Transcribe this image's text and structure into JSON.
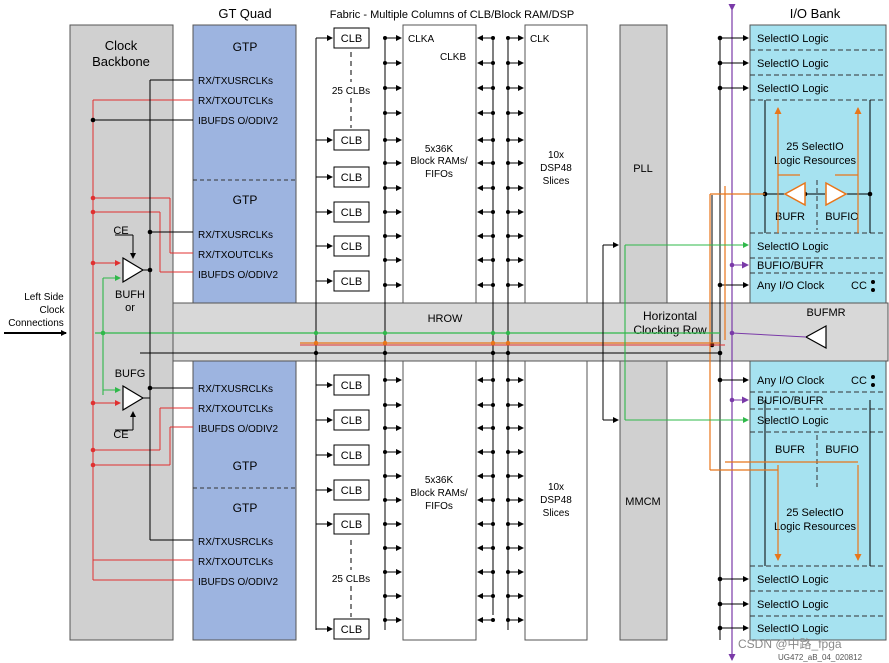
{
  "headers": {
    "gt_quad": "GT Quad",
    "fabric": "Fabric - Multiple Columns of CLB/Block RAM/DSP",
    "io_bank": "I/O Bank"
  },
  "clock_backbone": {
    "line1": "Clock",
    "line2": "Backbone"
  },
  "left_side": {
    "line1": "Left Side",
    "line2": "Clock",
    "line3": "Connections"
  },
  "buffers": {
    "ce_top": "CE",
    "bufh": "BUFH",
    "or": "or",
    "bufg": "BUFG",
    "ce_bottom": "CE"
  },
  "gtp_blocks": [
    {
      "title": "GTP",
      "ports": [
        "RX/TXUSRCLKs",
        "RX/TXOUTCLKs",
        "IBUFDS O/ODIV2"
      ]
    },
    {
      "title": "GTP",
      "ports": [
        "RX/TXUSRCLKs",
        "RX/TXOUTCLKs",
        "IBUFDS O/ODIV2"
      ]
    },
    {
      "title": "GTP",
      "ports": [
        "RX/TXUSRCLKs",
        "RX/TXOUTCLKs",
        "IBUFDS O/ODIV2"
      ]
    },
    {
      "title": "GTP",
      "ports": [
        "RX/TXUSRCLKs",
        "RX/TXOUTCLKs",
        "IBUFDS O/ODIV2"
      ]
    }
  ],
  "clb_label": "CLB",
  "clb_count": "25 CLBs",
  "bram": {
    "clka": "CLKA",
    "clkb": "CLKB",
    "line1": "5x36K",
    "line2": "Block RAMs/",
    "line3": "FIFOs"
  },
  "dsp": {
    "clk": "CLK",
    "line1": "10x",
    "line2": "DSP48",
    "line3": "Slices"
  },
  "pll": "PLL",
  "mmcm": "MMCM",
  "hrow": "HROW",
  "horizontal_row": {
    "line1": "Horizontal",
    "line2": "Clocking Row"
  },
  "bufmr": "BUFMR",
  "io_top": {
    "selectio": [
      "SelectIO Logic",
      "SelectIO Logic",
      "SelectIO Logic"
    ],
    "resources": {
      "line1": "25 SelectIO",
      "line2": "Logic Resources"
    },
    "bufr": "BUFR",
    "bufio": "BUFIO",
    "selectio_mid": "SelectIO Logic",
    "bufio_bufr": "BUFIO/BUFR",
    "any_io": "Any I/O Clock",
    "cc": "CC"
  },
  "io_bottom": {
    "any_io": "Any I/O Clock",
    "cc": "CC",
    "bufio_bufr": "BUFIO/BUFR",
    "selectio_mid": "SelectIO Logic",
    "bufr": "BUFR",
    "bufio": "BUFIO",
    "resources": {
      "line1": "25 SelectIO",
      "line2": "Logic Resources"
    },
    "selectio": [
      "SelectIO Logic",
      "SelectIO Logic",
      "SelectIO Logic"
    ]
  },
  "watermark": "CSDN @中路_fpga",
  "figure_id": "UG472_aB_04_020812",
  "colors": {
    "clock_backbone_fill": "#d0d0d0",
    "gtp_fill": "#9db4e0",
    "io_fill": "#a6e2f0",
    "hrow_fill": "#d8d8d8",
    "red": "#e03030",
    "green": "#2fb84a",
    "orange": "#e8761a",
    "purple": "#7a3aa8"
  }
}
